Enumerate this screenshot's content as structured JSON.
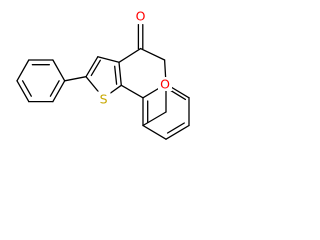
{
  "molecule": {
    "atoms": {
      "sulfur": {
        "symbol": "S",
        "color": "#c8a800"
      },
      "ring_oxygen": {
        "symbol": "O",
        "color": "#ff0000"
      },
      "carbonyl_oxygen": {
        "symbol": "O",
        "color": "#ff0000"
      }
    }
  }
}
